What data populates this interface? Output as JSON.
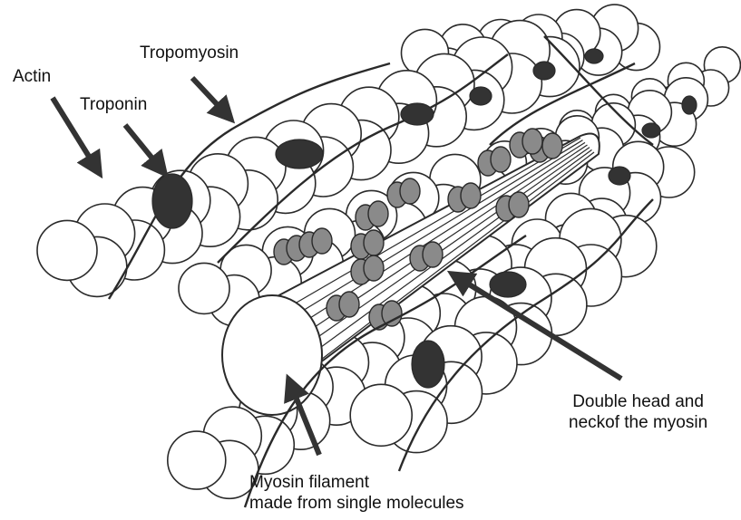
{
  "labels": {
    "actin": "Actin",
    "troponin": "Troponin",
    "tropomyosin": "Tropomyosin",
    "double_head_line1": "Double head and",
    "double_head_line2": "neckof the myosin",
    "myosin_filament_line1": "Myosin filament",
    "myosin_filament_line2": "made from single molecules"
  },
  "colors": {
    "outline": "#2a2a2a",
    "sphere_fill": "#ffffff",
    "troponin_fill": "#333333",
    "arrow": "#333333",
    "head_fill": "#8a8a8a"
  }
}
